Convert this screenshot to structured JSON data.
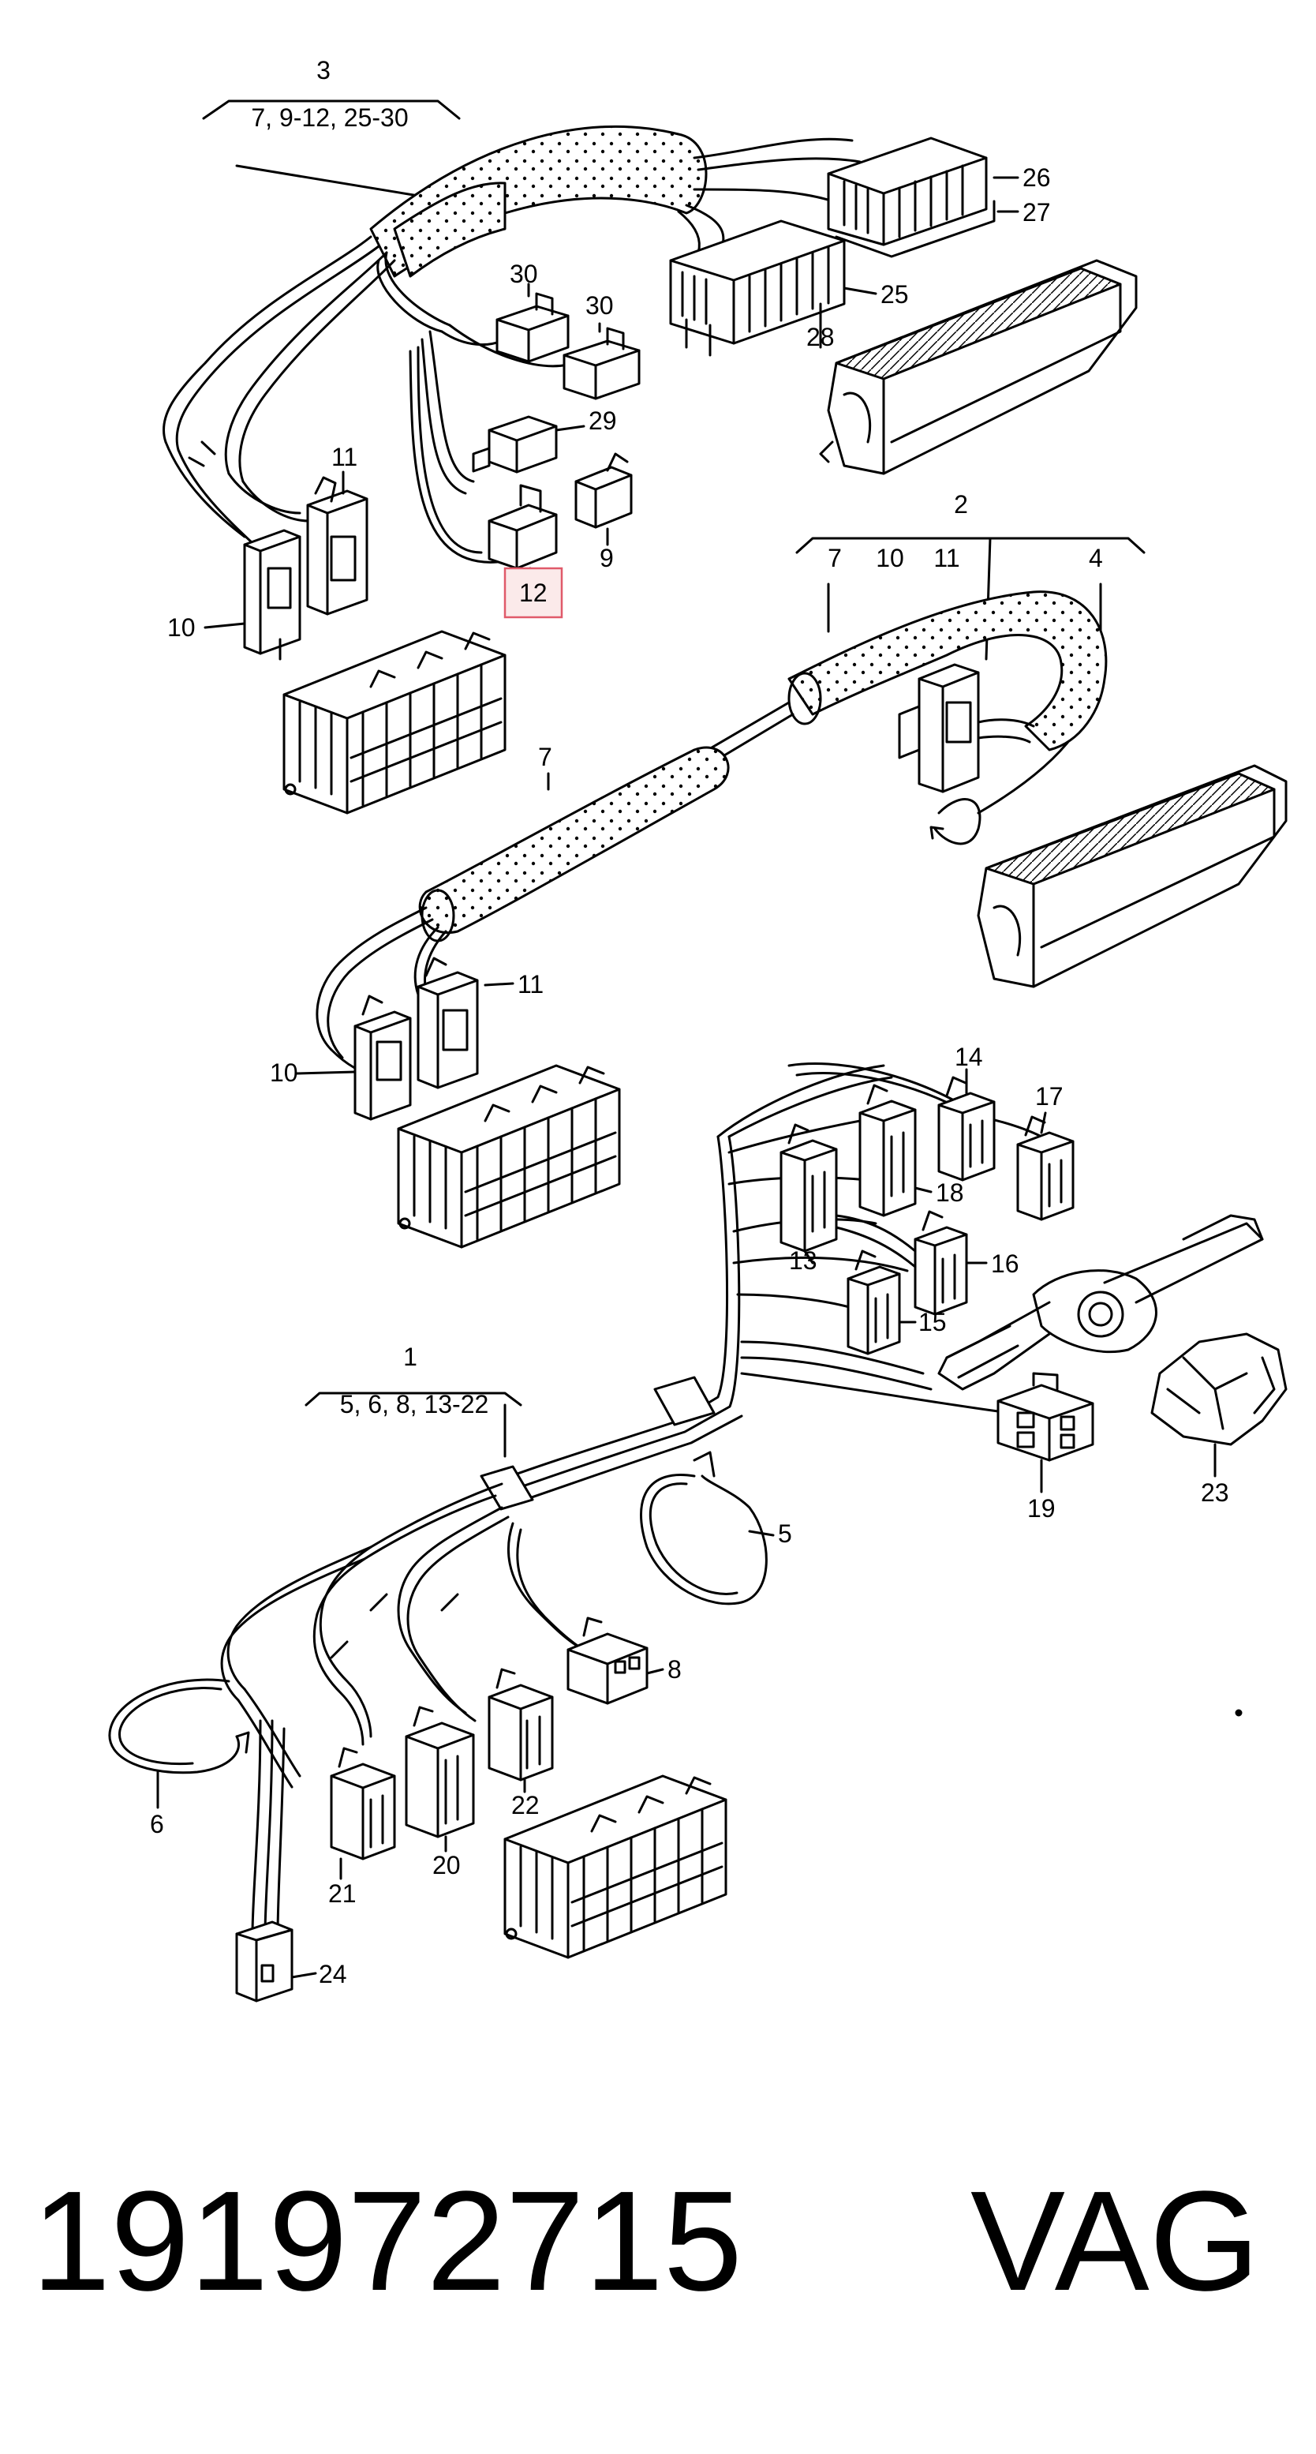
{
  "diagram": {
    "group_labels": [
      {
        "id": "3",
        "number": "3",
        "range": "7, 9-12, 25-30"
      },
      {
        "id": "2",
        "number": "2",
        "range": ""
      },
      {
        "id": "1",
        "number": "1",
        "range": "5, 6, 8, 13-22"
      }
    ],
    "group2_callouts": [
      "7",
      "10",
      "11"
    ],
    "parts": {
      "p3_26": "26",
      "p3_27": "27",
      "p3_25": "25",
      "p3_28": "28",
      "p3_30a": "30",
      "p3_30b": "30",
      "p3_29": "29",
      "p3_9": "9",
      "p3_11": "11",
      "p3_10": "10",
      "p3_12": "12",
      "p2_4": "4",
      "p2_7": "7",
      "p2_11": "11",
      "p2_10": "10",
      "p1_14": "14",
      "p1_17": "17",
      "p1_18": "18",
      "p1_13": "13",
      "p1_16": "16",
      "p1_15": "15",
      "p1_19": "19",
      "p1_23": "23",
      "p1_5": "5",
      "p1_8": "8",
      "p1_22": "22",
      "p1_6": "6",
      "p1_21": "21",
      "p1_20": "20",
      "p1_24": "24"
    },
    "highlight_color": "#e05a6a",
    "line_color": "#000000"
  },
  "footer": {
    "part_number": "191972715",
    "brand": "VAG"
  }
}
